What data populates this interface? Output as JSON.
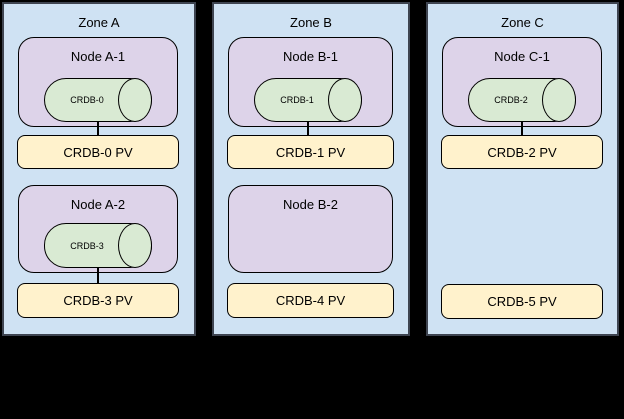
{
  "diagram": {
    "background": "#000000",
    "colors": {
      "zone_fill": "#cfe2f3",
      "zone_border": "#3e4450",
      "node_fill": "#ddd3e9",
      "cylinder_fill": "#d9ead3",
      "pv_fill": "#fff2cc",
      "shape_border": "#000000",
      "connector": "#000000",
      "text": "#000000"
    },
    "zones": [
      {
        "label": "Zone A",
        "groups": [
          {
            "node": "Node A-1",
            "cylinder": "CRDB-0",
            "pv": "CRDB-0 PV",
            "connected_to_pv": true
          },
          {
            "node": "Node A-2",
            "cylinder": "CRDB-3",
            "pv": "CRDB-3 PV",
            "connected_to_pv": true
          }
        ]
      },
      {
        "label": "Zone B",
        "groups": [
          {
            "node": "Node B-1",
            "cylinder": "CRDB-1",
            "pv": "CRDB-1 PV",
            "connected_to_pv": true
          },
          {
            "node": "Node B-2",
            "cylinder": null,
            "pv": "CRDB-4 PV",
            "connected_to_pv": false
          }
        ]
      },
      {
        "label": "Zone C",
        "groups": [
          {
            "node": "Node C-1",
            "cylinder": "CRDB-2",
            "pv": "CRDB-2 PV",
            "connected_to_pv": true
          },
          {
            "node": null,
            "cylinder": null,
            "pv": "CRDB-5 PV",
            "connected_to_pv": false
          }
        ]
      }
    ]
  }
}
